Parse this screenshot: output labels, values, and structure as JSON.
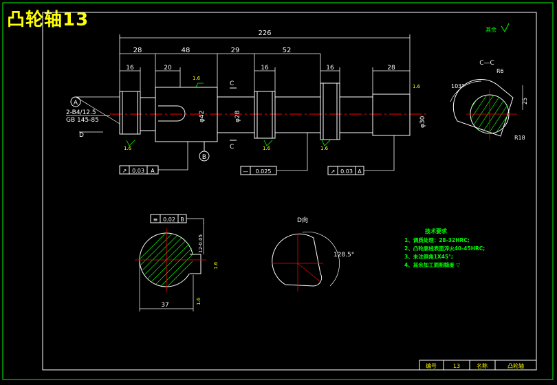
{
  "title": "凸轮轴13",
  "roughness_note": "其余",
  "dims": {
    "d226": "226",
    "d28a": "28",
    "d48": "48",
    "d29": "29",
    "d52": "52",
    "d16a": "16",
    "d20": "20",
    "d16b": "16",
    "d16c": "16",
    "d28b": "28",
    "dia42": "φ42",
    "dia28": "φ28",
    "dia30": "φ30",
    "r6": "R6",
    "d25": "25",
    "r18": "R18",
    "ang103": "103°",
    "d12": "12-0.05",
    "d37": "37",
    "ang128": "128.5°",
    "rough16": "1.6"
  },
  "labels": {
    "A": "A",
    "B": "B",
    "C": "C",
    "D": "D",
    "section_cc": "C—C",
    "view_d": "D向",
    "center_hole1": "2-B4/12.5",
    "center_hole2": "GB 145-85"
  },
  "tolerance_frames": {
    "f1": {
      "symbol": "↗",
      "value": "0.03",
      "datum": "A"
    },
    "f2": {
      "symbol": "—",
      "value": "0.025",
      "datum": ""
    },
    "f3": {
      "symbol": "↗",
      "value": "0.03",
      "datum": "A"
    },
    "f4": {
      "symbol": "≡",
      "value": "0.02",
      "datum": "B"
    }
  },
  "tech_requirements": {
    "heading": "技术要求",
    "items": [
      "1、调质处理：28-32HRC;",
      "2、凸轮廓线表面淬火40-45HRC;",
      "3、未注倒角1X45°;",
      "4、其余加工面粗糙度 ▽"
    ]
  },
  "title_block": {
    "label1": "编号",
    "value1": "13",
    "label2": "名称",
    "value2": "凸轮轴"
  }
}
